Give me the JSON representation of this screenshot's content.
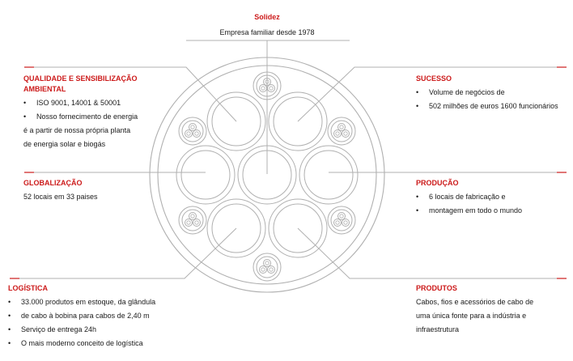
{
  "colors": {
    "accent": "#cc1a1a",
    "lines": "#b0b0b0",
    "text": "#1a1a1a"
  },
  "solidez": {
    "title": "Solidez",
    "text": "Empresa familiar desde 1978"
  },
  "qualidade": {
    "title_line1": "QUALIDADE E SENSIBILIZAÇÃO",
    "title_line2": "AMBIENTAL",
    "bullet1": "ISO 9001, 14001 & 50001",
    "bullet2": "Nosso fornecimento de energia",
    "cont1": "é a partir de nossa própria planta",
    "cont2": "de energia solar e biogás"
  },
  "sucesso": {
    "title": "SUCESSO",
    "bullet1": "Volume de negócios de",
    "bullet2": "502 milhões de euros 1600 funcionários"
  },
  "globalizacao": {
    "title": "GLOBALIZAÇÃO",
    "text": "52 locais em 33 paises"
  },
  "producao": {
    "title": "PRODUÇÃO",
    "bullet1": "6 locais de fabricação e",
    "cont1": "montagem em todo o mundo"
  },
  "logistica": {
    "title": "LOGÍSTICA",
    "bullet1": "33.000 produtos em estoque, da glândula",
    "cont1": "de cabo à bobina para cabos de 2,40 m",
    "bullet2": "Serviço de entrega 24h",
    "bullet3": "O mais moderno conceito de logística"
  },
  "produtos": {
    "title": "PRODUTOS",
    "line1": "Cabos, fios e acessórios de cabo de",
    "line2": "uma única fonte para a indústria e",
    "line3": "infraestrutura"
  }
}
